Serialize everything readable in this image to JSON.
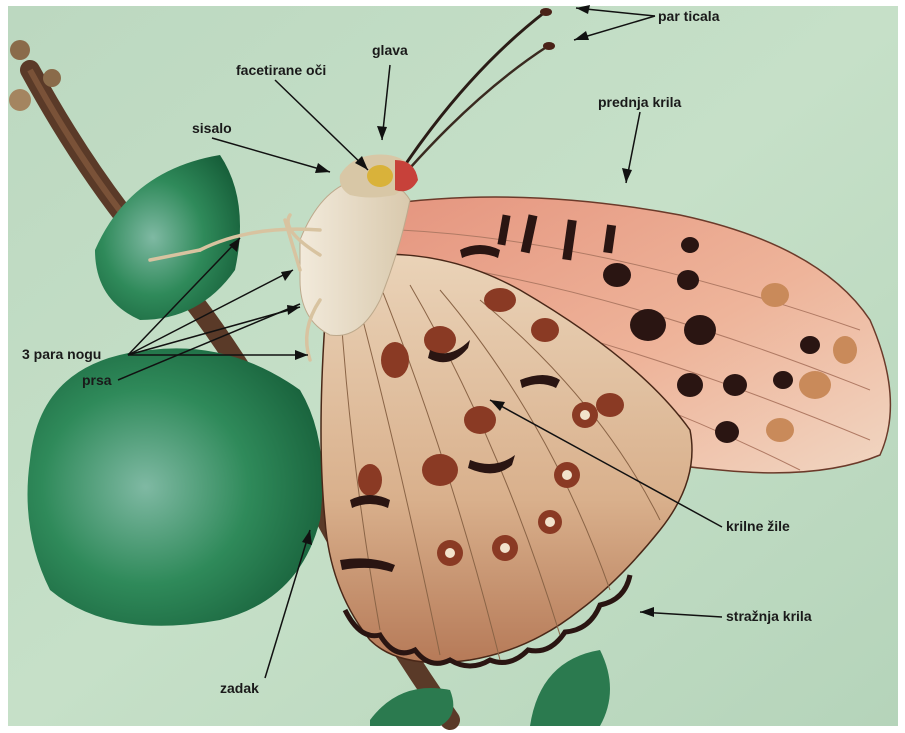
{
  "labels": {
    "antennae": "par ticala",
    "head": "glava",
    "compound_eyes": "facetirane oči",
    "proboscis": "sisalo",
    "forewings": "prednja krila",
    "legs": "3 para nogu",
    "thorax": "prsa",
    "wing_veins": "krilne žile",
    "hindwings": "stražnja krila",
    "abdomen": "zadak"
  },
  "colors": {
    "background": "#c3ddc6",
    "forewing": "#e9a08a",
    "hindwing": "#e2c3a1",
    "spots": "#2a1512",
    "leaf": "#2f8a5a",
    "branch": "#5a3a28"
  }
}
